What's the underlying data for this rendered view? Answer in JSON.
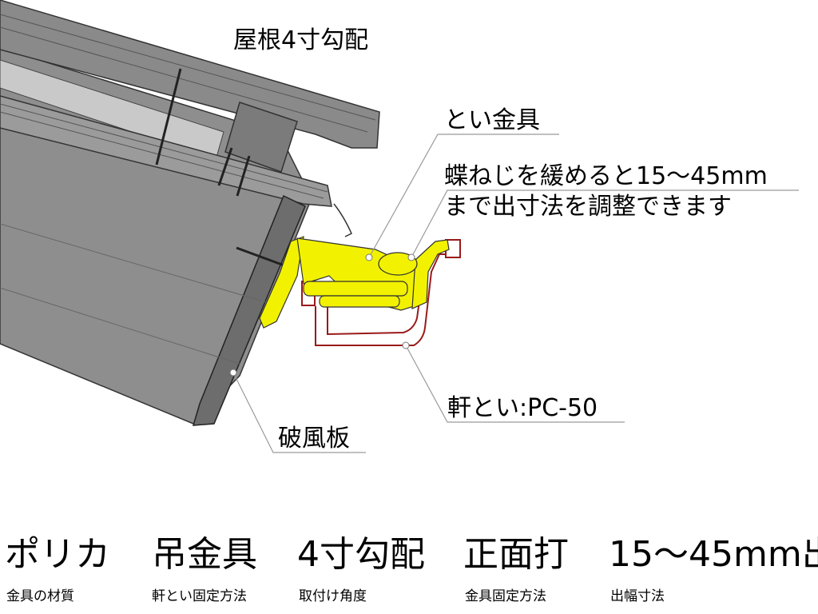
{
  "labels": {
    "roof_pitch": "屋根4寸勾配",
    "bracket": "とい金具",
    "adjust_line1": "蝶ねじを緩めると15～45mm",
    "adjust_line2": "まで出寸法を調整できます",
    "gutter": "軒とい:PC-50",
    "fascia": "破風板"
  },
  "specs": [
    {
      "value": "ポリカ",
      "caption": "金具の材質"
    },
    {
      "value": "吊金具",
      "caption": "軒とい固定方法"
    },
    {
      "value": "4寸勾配",
      "caption": "取付け角度"
    },
    {
      "value": "正面打",
      "caption": "金具固定方法"
    },
    {
      "value": "15～45mm出",
      "caption": "出幅寸法"
    }
  ],
  "colors": {
    "roof_fill": "#8c8c8c",
    "roof_dark": "#6f6f6f",
    "bracket_fill": "#f2f200",
    "gutter_line": "#9a1a1a",
    "leader_line": "#9a9a9a"
  }
}
